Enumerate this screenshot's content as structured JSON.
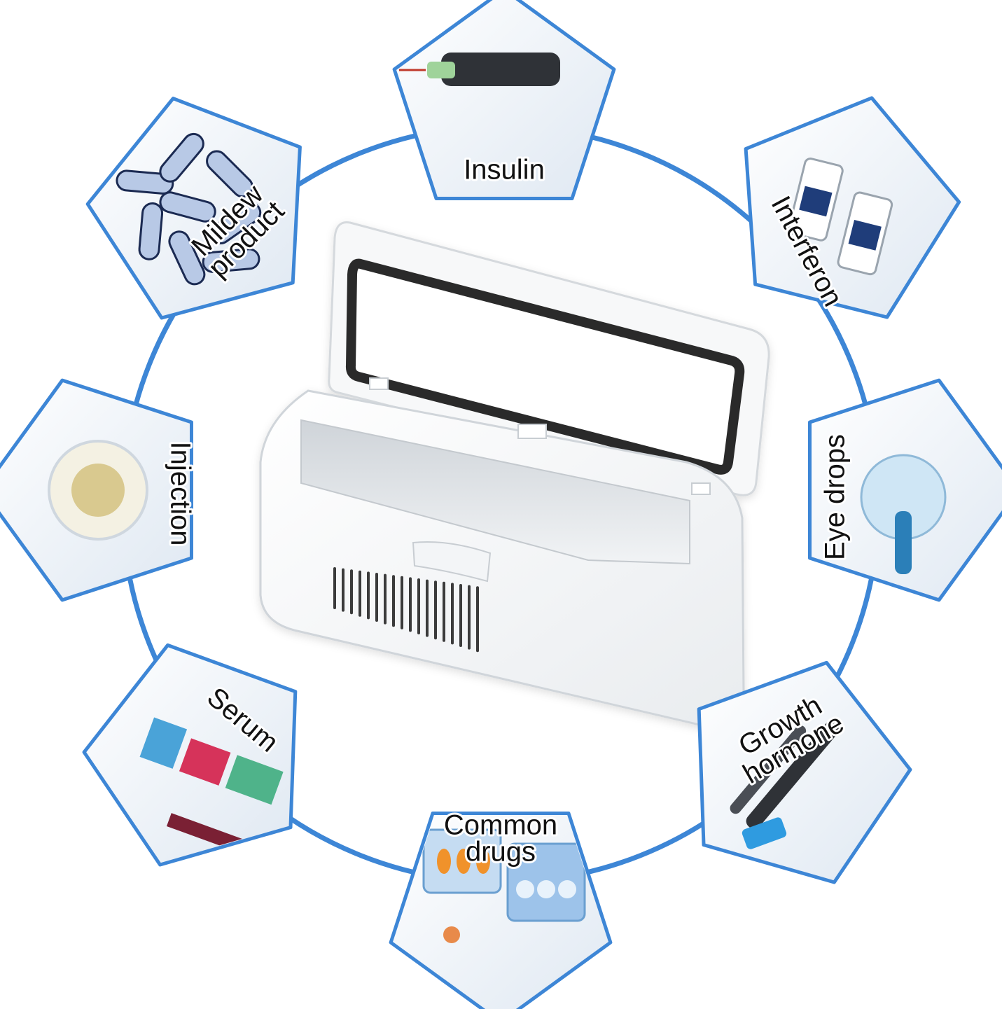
{
  "colors": {
    "ring": "#3d86d6",
    "badge_border": "#3d86d6",
    "badge_fill": "#eef4fb"
  },
  "badges": [
    {
      "id": "insulin",
      "lines": [
        "Insulin"
      ],
      "icon": "insulin-pen-icon"
    },
    {
      "id": "interferon",
      "lines": [
        "Interferon"
      ],
      "icon": "vial-icon"
    },
    {
      "id": "eye-drops",
      "lines": [
        "Eye drops"
      ],
      "icon": "dropper-icon"
    },
    {
      "id": "growth-hormone",
      "lines": [
        "Growth",
        "hormone"
      ],
      "icon": "injection-pen-icon"
    },
    {
      "id": "common-drugs",
      "lines": [
        "Common",
        "drugs"
      ],
      "icon": "pill-box-icon"
    },
    {
      "id": "serum",
      "lines": [
        "Serum"
      ],
      "icon": "serum-vials-icon"
    },
    {
      "id": "injection",
      "lines": [
        "Injection"
      ],
      "icon": "ampoule-icon"
    },
    {
      "id": "mildew-product",
      "lines": [
        "Mildew",
        "product"
      ],
      "icon": "bacteria-icon"
    }
  ],
  "product": {
    "name_icon": "portable-medicine-cooler-icon"
  }
}
